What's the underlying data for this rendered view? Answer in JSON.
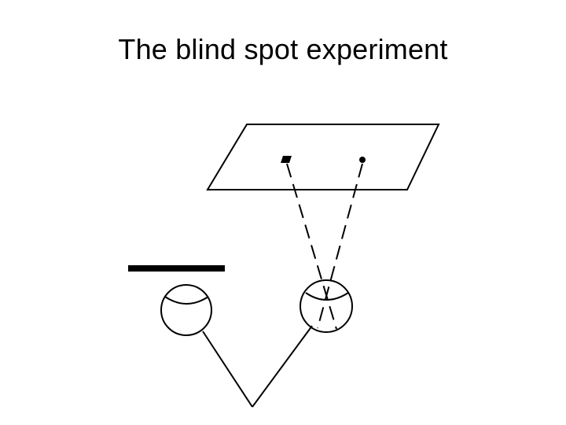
{
  "slide": {
    "title": "The blind spot experiment"
  },
  "diagram": {
    "elements": [
      "paper-card",
      "cross-mark",
      "dot-mark",
      "occluder-bar",
      "left-eye",
      "right-eye",
      "sight-lines",
      "nose-bridge-lines"
    ]
  }
}
